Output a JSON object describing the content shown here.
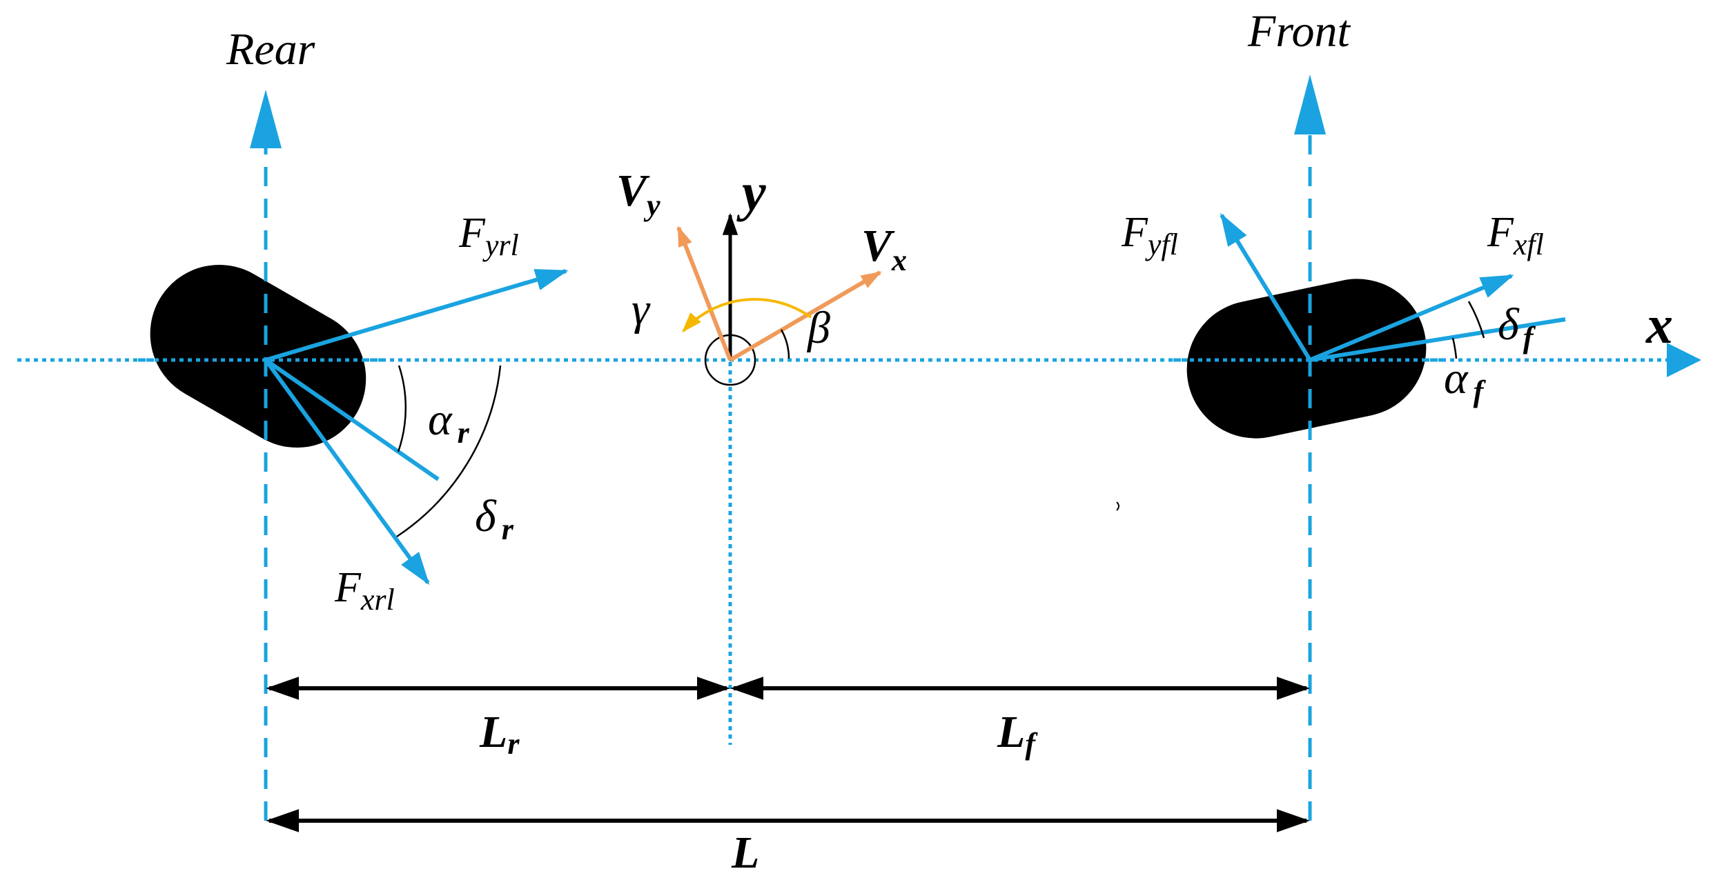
{
  "labels": {
    "rear": "Rear",
    "front": "Front",
    "x_axis": "x",
    "y_axis": "y",
    "vx": {
      "base": "V",
      "sub": "x"
    },
    "vy": {
      "base": "V",
      "sub": "y"
    },
    "gamma": "γ",
    "beta": "β",
    "fyrl": {
      "base": "F",
      "sub": "yrl"
    },
    "fxrl": {
      "base": "F",
      "sub": "xrl"
    },
    "fyfl": {
      "base": "F",
      "sub": "yfl"
    },
    "fxfl": {
      "base": "F",
      "sub": "xfl"
    },
    "alpha_r": {
      "base": "α",
      "sub": "r"
    },
    "delta_r": {
      "base": "δ",
      "sub": "r"
    },
    "alpha_f": {
      "base": "α",
      "sub": "f"
    },
    "delta_f": {
      "base": "δ",
      "sub": "f"
    },
    "lr": {
      "base": "L",
      "sub": "r"
    },
    "lf": {
      "base": "L",
      "sub": "f"
    },
    "l": "L"
  },
  "colors": {
    "axis_blue": "#1aa3e0",
    "force_blue": "#1aa3e0",
    "velocity_orange": "#f09a5a",
    "yaw_yellow": "#f5b800",
    "tire_black": "#000000",
    "dimension_black": "#000000"
  }
}
